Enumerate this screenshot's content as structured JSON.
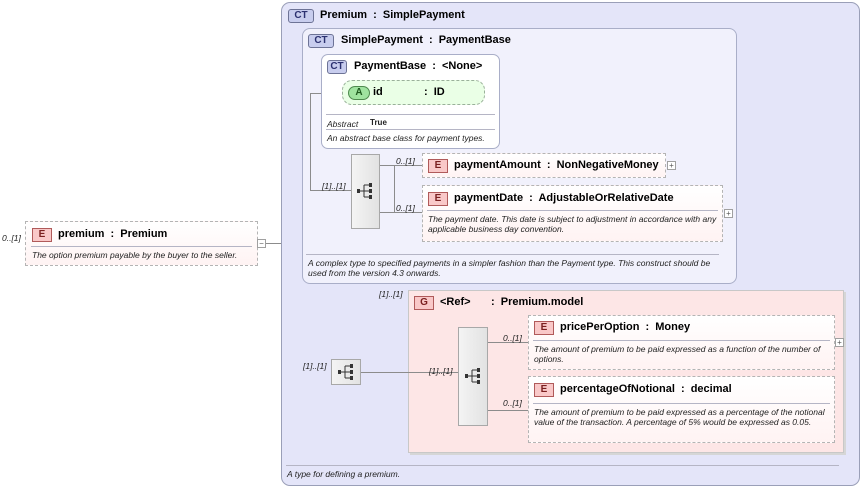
{
  "premium_element": {
    "card": "0..[1]",
    "badge": "E",
    "name": "premium",
    "sep": ":",
    "type": "Premium",
    "desc": "The option premium payable by the buyer to the seller.",
    "collapse": "−"
  },
  "ct_premium": {
    "badge": "CT",
    "name": "Premium",
    "sep": ":",
    "base": "SimplePayment",
    "desc": "A type for defining a premium."
  },
  "ct_simplepayment": {
    "badge": "CT",
    "name": "SimplePayment",
    "sep": ":",
    "base": "PaymentBase",
    "desc": "A complex type to specified payments in a simpler fashion than the Payment type. This construct should be used from the version 4.3 onwards."
  },
  "ct_paymentbase": {
    "badge": "CT",
    "name": "PaymentBase",
    "sep": ":",
    "base": "<None>",
    "attr_badge": "A",
    "attr_name": "id",
    "attr_sep": ":",
    "attr_type": "ID",
    "abstract_label": "Abstract",
    "abstract_value": "True",
    "desc": "An abstract base class for payment types."
  },
  "sequence1": {
    "card": "[1]..[1]",
    "payment_amount": {
      "card": "0..[1]",
      "badge": "E",
      "name": "paymentAmount",
      "sep": ":",
      "type": "NonNegativeMoney",
      "expand": "+"
    },
    "payment_date": {
      "card": "0..[1]",
      "badge": "E",
      "name": "paymentDate",
      "sep": ":",
      "type": "AdjustableOrRelativeDate",
      "desc": "The payment date. This date is subject to adjustment in accordance with any applicable business day convention.",
      "expand": "+"
    }
  },
  "sequence2": {
    "card": "[1]..[1]"
  },
  "group_model": {
    "card": "[1]..[1]",
    "badge": "G",
    "ref": "<Ref>",
    "sep": ":",
    "name": "Premium.model",
    "seq_card": "[1]..[1]",
    "price_per_option": {
      "card": "0..[1]",
      "badge": "E",
      "name": "pricePerOption",
      "sep": ":",
      "type": "Money",
      "desc": "The amount of premium to be paid expressed as a function of the number of options.",
      "expand": "+"
    },
    "percentage_of_notional": {
      "card": "0..[1]",
      "badge": "E",
      "name": "percentageOfNotional",
      "sep": ":",
      "type": "decimal",
      "desc": "The amount of premium to be paid expressed as a percentage of the notional value of the transaction. A percentage of 5% would be expressed as 0.05."
    }
  }
}
